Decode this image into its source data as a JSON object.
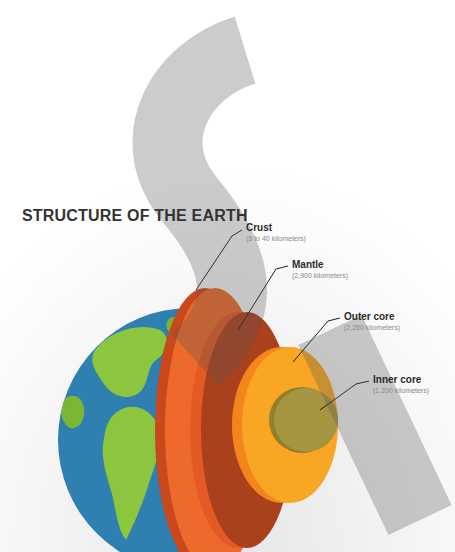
{
  "diagram": {
    "title": "STRUCTURE OF THE EARTH",
    "labels": [
      "Crust",
      "(5 to 40 kilometers)",
      "Mantle",
      "(2,900 kilometers)",
      "Outer core",
      "(2,250 kilometers)",
      "Inner core",
      "(1,200 kilometers)"
    ]
  }
}
